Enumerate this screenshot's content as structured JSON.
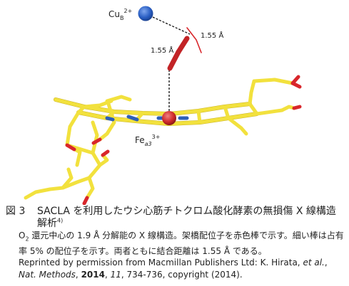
{
  "figure": {
    "cu_label": {
      "base": "Cu",
      "sub": "B",
      "sup": "2+"
    },
    "fe_label": {
      "base": "Fe",
      "sub": "a3",
      "sup": "3+"
    },
    "distance_label_1": "1.55 Å",
    "distance_label_2": "1.55 Å",
    "colors": {
      "carbon": "#f2e13d",
      "oxygen": "#d8262b",
      "nitrogen": "#2d5fb8",
      "copper": "#2a5fc4",
      "iron": "#cf2a2a"
    }
  },
  "caption": {
    "fig_number": "図 3",
    "title": "SACLA を利用したウシ心筋チトクロム酸化酵素の無損傷 X 線構造解析",
    "title_ref": "4)",
    "line1_pre": "O",
    "line1_sub": "2",
    "line1_post": " 還元中心の 1.9 Å 分解能の X 線構造。架橋配位子を赤色棒で示す。細い棒は占有率 5% の配位子を示す。両者ともに結合距離は 1.55 Å である。",
    "credit_line1": "Reprinted by permission from Macmillan Publishers Ltd: K. Hirata, ",
    "credit_et_al": "et al.",
    "credit_sep": ", ",
    "credit_journal": "Nat. Methods",
    "credit_sep2": ", ",
    "credit_year": "2014",
    "credit_sep3": ", ",
    "credit_volume": "11",
    "credit_rest": ", 734-736, copyright (2014)."
  }
}
